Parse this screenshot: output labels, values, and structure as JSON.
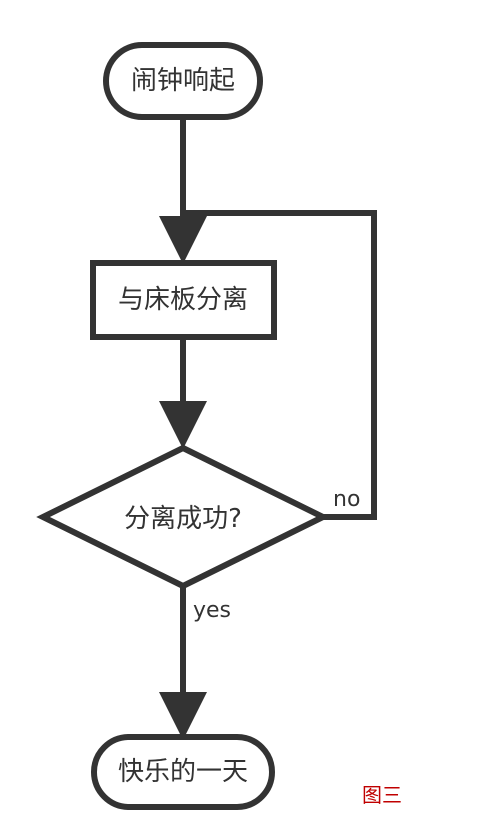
{
  "nodes": {
    "start": "闹钟响起",
    "process": "与床板分离",
    "decision": "分离成功?",
    "end": "快乐的一天"
  },
  "edges": {
    "no_label": "no",
    "yes_label": "yes"
  },
  "caption": "图三",
  "colors": {
    "stroke": "#333333",
    "text": "#333333",
    "caption": "#c00000",
    "background": "#ffffff"
  }
}
